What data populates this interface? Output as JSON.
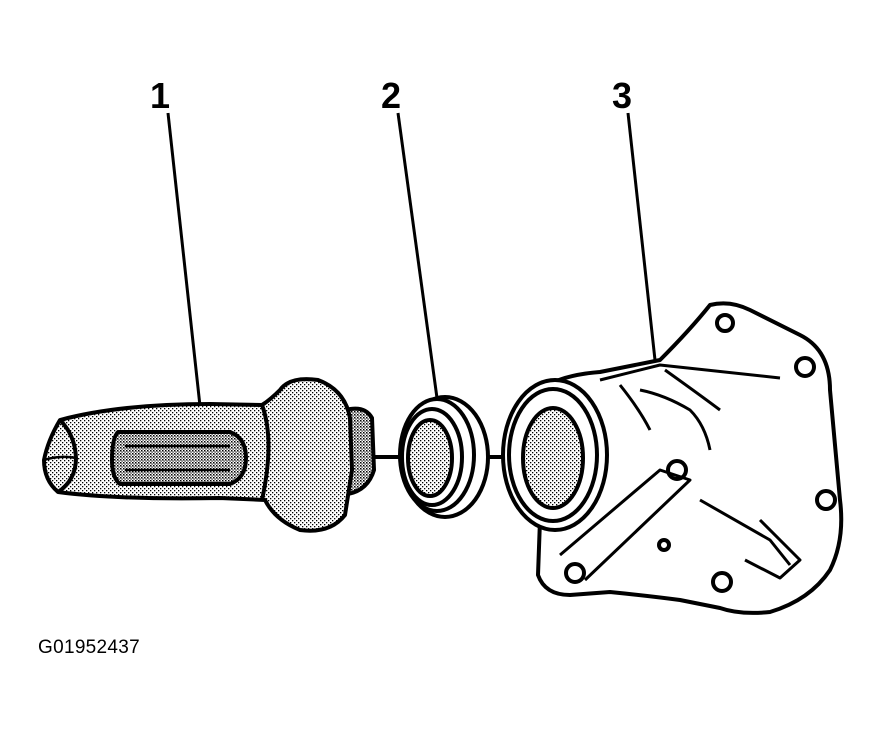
{
  "callouts": [
    {
      "number": "1"
    },
    {
      "number": "2"
    },
    {
      "number": "3"
    }
  ],
  "figure_id": "G01952437",
  "parts": [
    "slip-yoke",
    "oil-seal",
    "extension-housing"
  ]
}
